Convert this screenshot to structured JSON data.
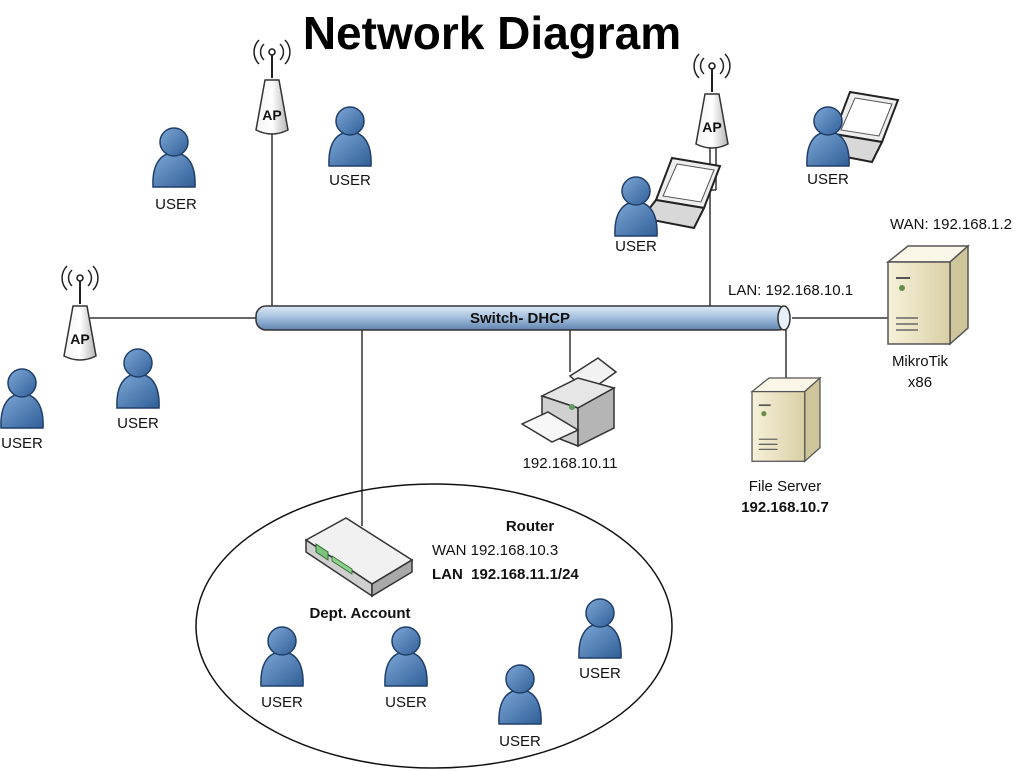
{
  "title": "Network Diagram",
  "switch": {
    "label": "Switch- DHCP"
  },
  "access_points": [
    {
      "label": "AP"
    },
    {
      "label": "AP"
    },
    {
      "label": "AP"
    }
  ],
  "users": {
    "label": "USER"
  },
  "mikrotik": {
    "wan": "WAN: 192.168.1.2",
    "lan": "LAN: 192.168.10.1",
    "name": "MikroTik",
    "platform": "x86"
  },
  "printer": {
    "ip": "192.168.10.11"
  },
  "file_server": {
    "name": "File Server",
    "ip": "192.168.10.7"
  },
  "router": {
    "title": "Router",
    "wan": "WAN 192.168.10.3",
    "lan": "LAN  192.168.11.1/24",
    "name": "Dept. Account"
  },
  "colors": {
    "person": "#4f7fb8",
    "pipe": "#a9c3e0",
    "server": "#ece4c4",
    "line": "#333333"
  }
}
